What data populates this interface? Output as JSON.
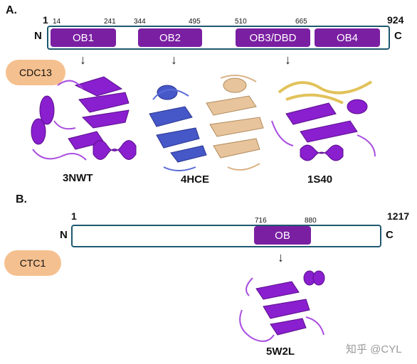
{
  "panelA": {
    "label": "A.",
    "start_num": "1",
    "end_num": "924",
    "n_term": "N",
    "c_term": "C",
    "boundaries": [
      "14",
      "241",
      "344",
      "495",
      "510",
      "665"
    ],
    "domains": [
      "OB1",
      "OB2",
      "OB3/DBD",
      "OB4"
    ],
    "protein": "CDC13",
    "structures": [
      "3NWT",
      "4HCE",
      "1S40"
    ]
  },
  "panelB": {
    "label": "B.",
    "start_num": "1",
    "end_num": "1217",
    "n_term": "N",
    "c_term": "C",
    "boundaries": [
      "716",
      "880"
    ],
    "domain": "OB",
    "protein": "CTC1",
    "structure": "5W2L"
  },
  "watermark": "知乎 @CYL",
  "colors": {
    "domain_fill": "#7a1fa2",
    "bar_border": "#1f5870",
    "pill_fill": "#f5c08f",
    "structure_purple": "#8a1fcf",
    "structure_blue": "#4657c8",
    "structure_tan": "#e8c49c",
    "structure_gold": "#e2c25a"
  }
}
